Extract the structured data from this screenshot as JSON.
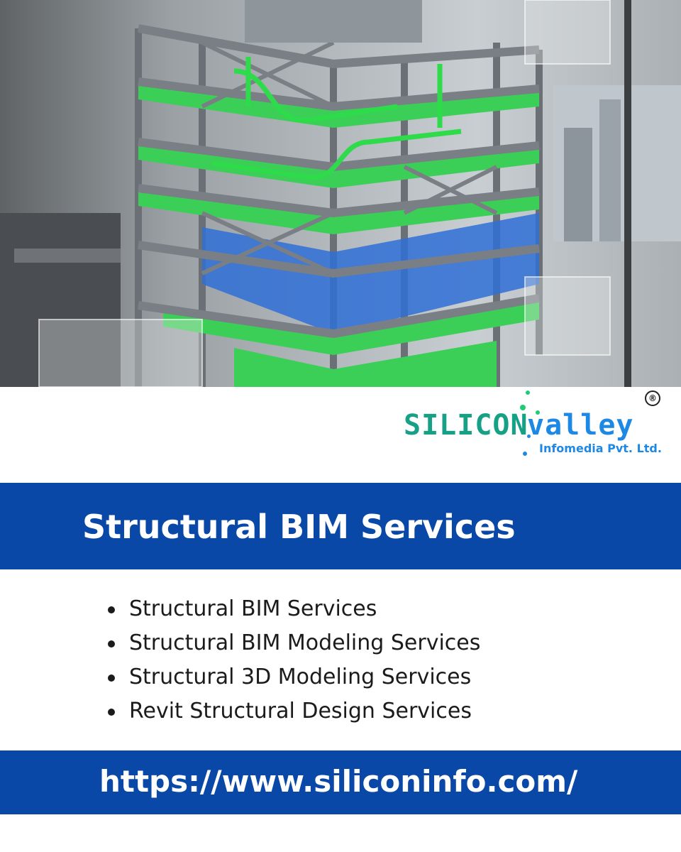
{
  "hero": {
    "icon": "building-3d-bim-model-illustration"
  },
  "brand": {
    "word_primary": "SILICON",
    "word_secondary": "valley",
    "tagline": "Infomedia Pvt. Ltd.",
    "registered_mark": "®",
    "colors": {
      "primary": "#16a085",
      "secondary": "#1e88e5",
      "accent_dots": "#1ecb7a"
    }
  },
  "title": "Structural BIM Services",
  "services": [
    "Structural BIM Services",
    "Structural BIM Modeling Services",
    "Structural 3D Modeling Services",
    "Revit Structural Design Services"
  ],
  "website": "https://www.siliconinfo.com/",
  "colors": {
    "band": "#0a48a8",
    "text": "#1b1b1b",
    "background": "#ffffff"
  }
}
